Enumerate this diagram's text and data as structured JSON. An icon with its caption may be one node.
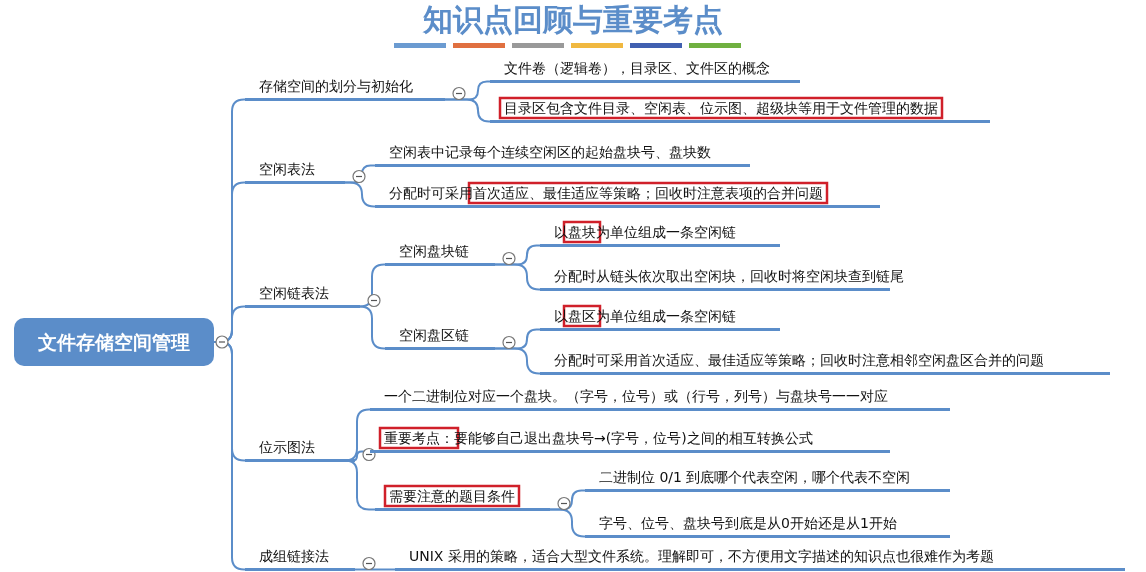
{
  "diagram": {
    "title": "知识点回顾与重要考点",
    "nodes": [
      {
        "text": [
          "文件存储空间管理"
        ]
      },
      {
        "text": [
          "存储空间的划分与初始化"
        ]
      },
      {
        "text": [
          "文件卷（逻辑卷），目录区、文件区的概念"
        ]
      },
      {
        "text": [
          "目录区包含文件目录、空闲表、位示图、超级块等用于文件管理的数据"
        ]
      },
      {
        "text": [
          "空闲表法"
        ]
      },
      {
        "text": [
          "空闲表中记录每个连续空闲区的起始盘块号、盘块数"
        ]
      },
      {
        "text": [
          "分配时可采用首次适应、最佳适应等策略；回收时注意表项的合并问题"
        ]
      },
      {
        "text": [
          "空闲链表法"
        ]
      },
      {
        "text": [
          "空闲盘块链"
        ]
      },
      {
        "text": [
          "以盘块为单位组成一条空闲链"
        ]
      },
      {
        "text": [
          "分配时从链头依次取出空闲块，回收时将空闲块查到链尾"
        ]
      },
      {
        "text": [
          "空闲盘区链"
        ]
      },
      {
        "text": [
          "以盘区为单位组成一条空闲链"
        ]
      },
      {
        "text": [
          "分配时可采用首次适应、最佳适应等策略；回收时注意相邻空闲盘区合并的问题"
        ]
      },
      {
        "text": [
          "位示图法"
        ]
      },
      {
        "text": [
          "一个二进制位对应一个盘块。（字号，位号）或（行号，列号）与盘块号一一对应"
        ]
      },
      {
        "text": [
          "重要考点：要能够自己退出盘块号→(字号，位号)之间的相互转换公式"
        ]
      },
      {
        "text": [
          "需要注意的题目条件"
        ]
      },
      {
        "text": [
          "二进制位 0/1 到底哪个代表空闲，哪个代表不空闲"
        ]
      },
      {
        "text": [
          "字号、位号、盘块号到底是从0开始还是从1开始"
        ]
      },
      {
        "text": [
          "成组链接法"
        ]
      },
      {
        "text": [
          "UNIX 采用的策略，适合大型文件系统。理解即可，不方便用文字描述的知识点也很难作为考题"
        ]
      }
    ],
    "edges": [
      {
        "from": 0,
        "to": 1,
        "arrow": "none"
      },
      {
        "from": 1,
        "to": 2,
        "arrow": "none"
      },
      {
        "from": 1,
        "to": 3,
        "arrow": "none"
      },
      {
        "from": 0,
        "to": 4,
        "arrow": "none"
      },
      {
        "from": 4,
        "to": 5,
        "arrow": "none"
      },
      {
        "from": 4,
        "to": 6,
        "arrow": "none"
      },
      {
        "from": 0,
        "to": 7,
        "arrow": "none"
      },
      {
        "from": 7,
        "to": 8,
        "arrow": "none"
      },
      {
        "from": 8,
        "to": 9,
        "arrow": "none"
      },
      {
        "from": 8,
        "to": 10,
        "arrow": "none"
      },
      {
        "from": 7,
        "to": 11,
        "arrow": "none"
      },
      {
        "from": 11,
        "to": 12,
        "arrow": "none"
      },
      {
        "from": 11,
        "to": 13,
        "arrow": "none"
      },
      {
        "from": 0,
        "to": 14,
        "arrow": "none"
      },
      {
        "from": 14,
        "to": 15,
        "arrow": "none"
      },
      {
        "from": 14,
        "to": 16,
        "arrow": "none"
      },
      {
        "from": 14,
        "to": 17,
        "arrow": "none"
      },
      {
        "from": 17,
        "to": 18,
        "arrow": "none"
      },
      {
        "from": 17,
        "to": 19,
        "arrow": "none"
      },
      {
        "from": 0,
        "to": 20,
        "arrow": "none"
      },
      {
        "from": 20,
        "to": 21,
        "arrow": "none"
      }
    ]
  }
}
